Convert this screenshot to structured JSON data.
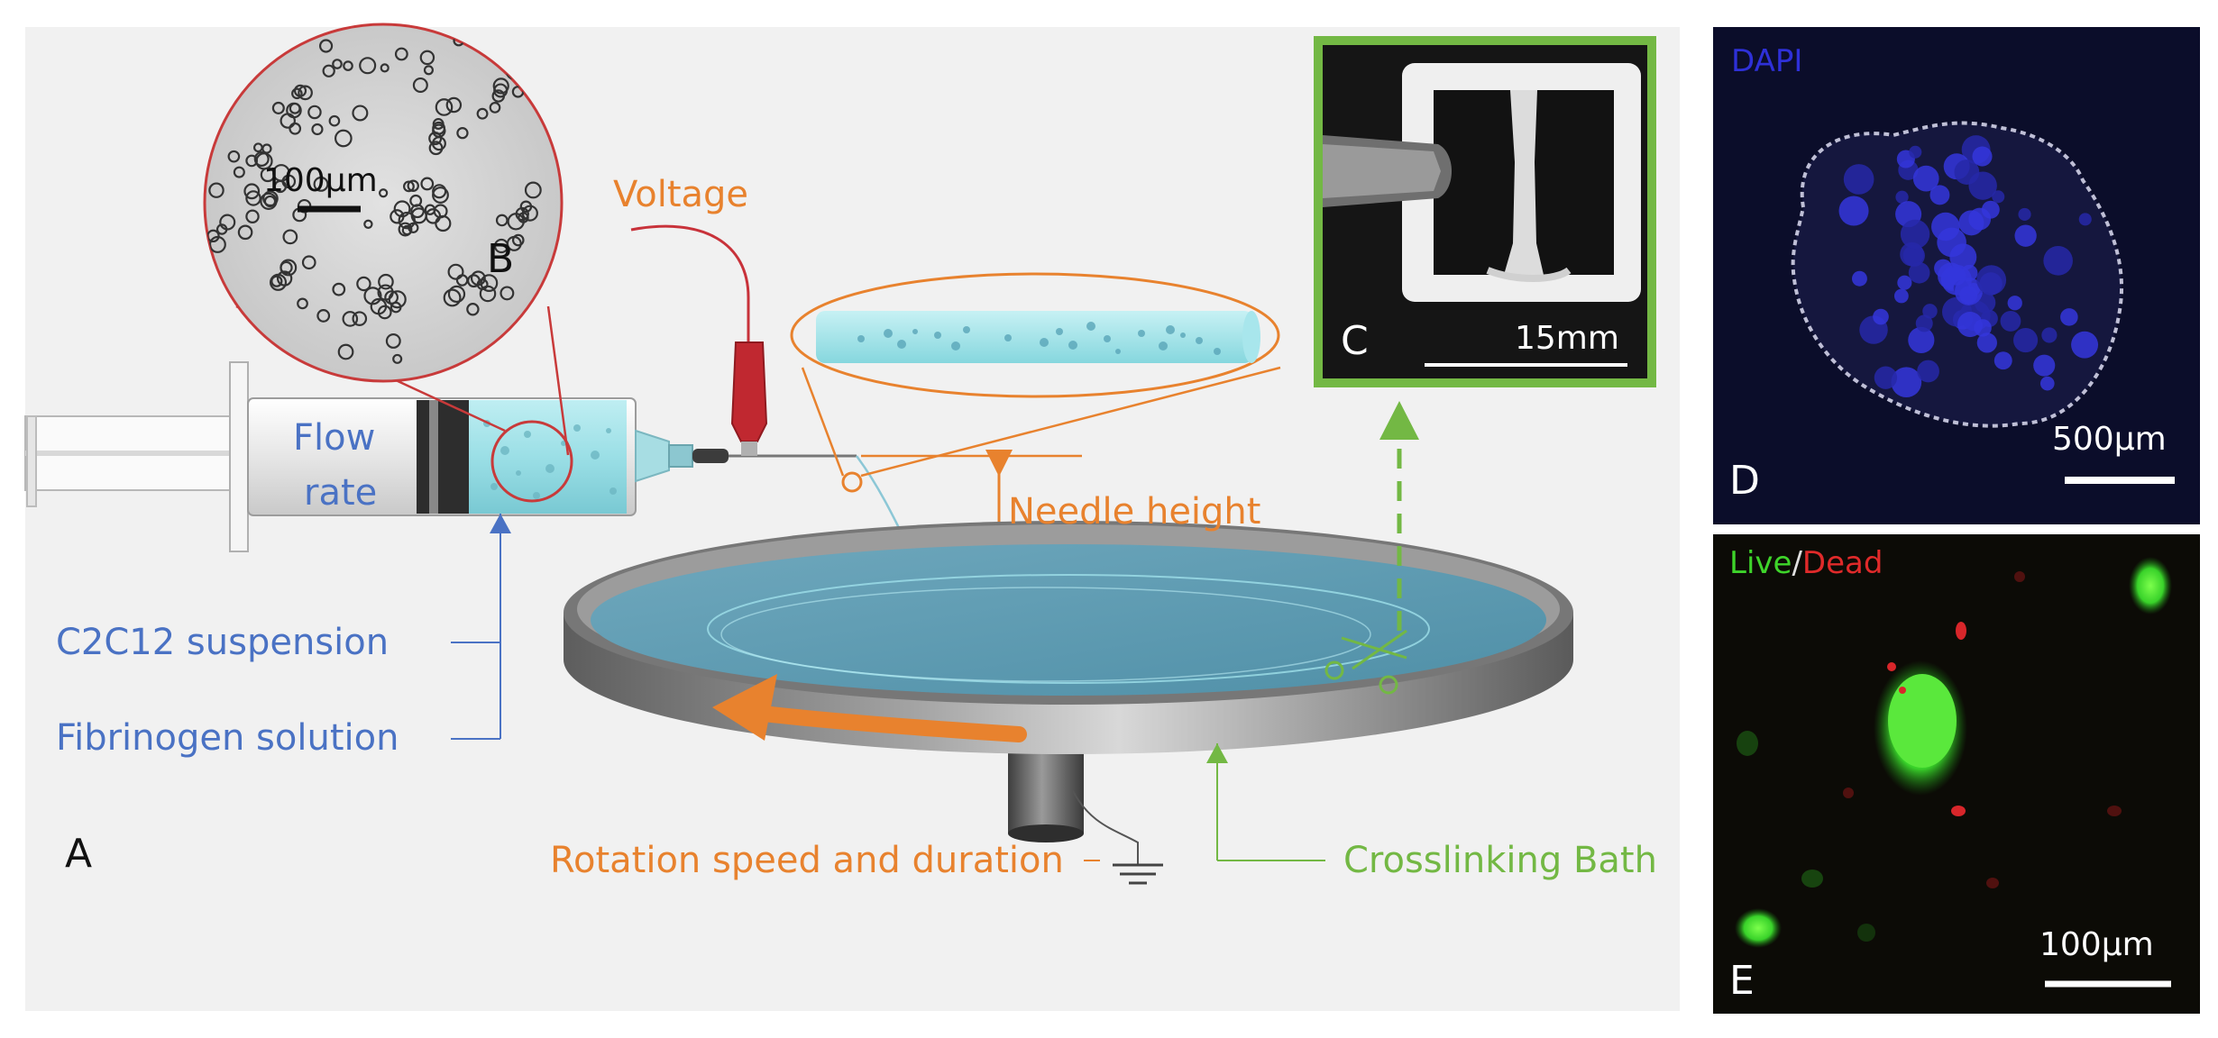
{
  "panels": {
    "a": {
      "letter": "A",
      "voltage": "Voltage",
      "needle_height": "Needle height",
      "flow_rate_line1": "Flow",
      "flow_rate_line2": "rate",
      "c2c12": "C2C12 suspension",
      "fibrinogen": "Fibrinogen solution",
      "rotation": "Rotation speed and duration",
      "crosslinking": "Crosslinking Bath"
    },
    "b": {
      "letter": "B",
      "scale": "100μm"
    },
    "c": {
      "letter": "C",
      "scale": "15mm"
    },
    "d": {
      "letter": "D",
      "stain": "DAPI",
      "scale": "500μm"
    },
    "e": {
      "letter": "E",
      "stain_live": "Live",
      "stain_sep": "/",
      "stain_dead": "Dead",
      "scale": "100μm"
    }
  },
  "colors": {
    "orange": "#e8822e",
    "blue": "#4a72c4",
    "green": "#73b844",
    "red_frame": "#c83a3a",
    "panel_bg": "#f1f1f1"
  }
}
